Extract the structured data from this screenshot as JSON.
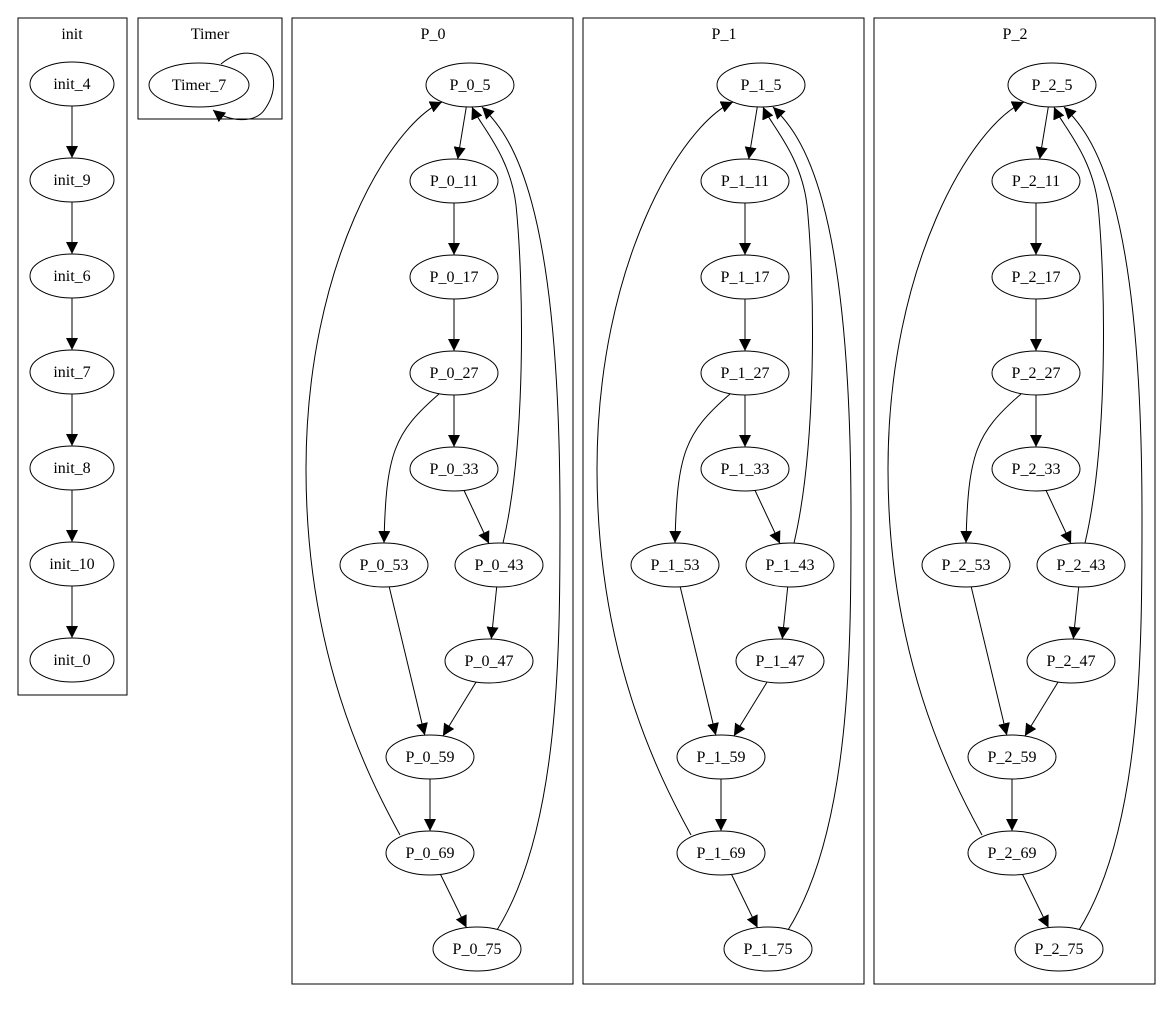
{
  "clusters": [
    {
      "label": "init",
      "nodes": [
        "init_4",
        "init_9",
        "init_6",
        "init_7",
        "init_8",
        "init_10",
        "init_0"
      ]
    },
    {
      "label": "Timer",
      "nodes": [
        "Timer_7"
      ]
    },
    {
      "label": "P_0",
      "nodes": [
        "P_0_5",
        "P_0_11",
        "P_0_17",
        "P_0_27",
        "P_0_33",
        "P_0_53",
        "P_0_43",
        "P_0_47",
        "P_0_59",
        "P_0_69",
        "P_0_75"
      ]
    },
    {
      "label": "P_1",
      "nodes": [
        "P_1_5",
        "P_1_11",
        "P_1_17",
        "P_1_27",
        "P_1_33",
        "P_1_53",
        "P_1_43",
        "P_1_47",
        "P_1_59",
        "P_1_69",
        "P_1_75"
      ]
    },
    {
      "label": "P_2",
      "nodes": [
        "P_2_5",
        "P_2_11",
        "P_2_17",
        "P_2_27",
        "P_2_33",
        "P_2_53",
        "P_2_43",
        "P_2_47",
        "P_2_59",
        "P_2_69",
        "P_2_75"
      ]
    }
  ],
  "edges": [
    [
      "init_4",
      "init_9"
    ],
    [
      "init_9",
      "init_6"
    ],
    [
      "init_6",
      "init_7"
    ],
    [
      "init_7",
      "init_8"
    ],
    [
      "init_8",
      "init_10"
    ],
    [
      "init_10",
      "init_0"
    ],
    [
      "Timer_7",
      "Timer_7"
    ],
    [
      "P_0_5",
      "P_0_11"
    ],
    [
      "P_0_11",
      "P_0_17"
    ],
    [
      "P_0_17",
      "P_0_27"
    ],
    [
      "P_0_27",
      "P_0_33"
    ],
    [
      "P_0_27",
      "P_0_53"
    ],
    [
      "P_0_33",
      "P_0_43"
    ],
    [
      "P_0_43",
      "P_0_5"
    ],
    [
      "P_0_43",
      "P_0_47"
    ],
    [
      "P_0_53",
      "P_0_59"
    ],
    [
      "P_0_47",
      "P_0_59"
    ],
    [
      "P_0_59",
      "P_0_69"
    ],
    [
      "P_0_69",
      "P_0_75"
    ],
    [
      "P_0_69",
      "P_0_5"
    ],
    [
      "P_0_75",
      "P_0_5"
    ],
    [
      "P_1_5",
      "P_1_11"
    ],
    [
      "P_1_11",
      "P_1_17"
    ],
    [
      "P_1_17",
      "P_1_27"
    ],
    [
      "P_1_27",
      "P_1_33"
    ],
    [
      "P_1_27",
      "P_1_53"
    ],
    [
      "P_1_33",
      "P_1_43"
    ],
    [
      "P_1_43",
      "P_1_5"
    ],
    [
      "P_1_43",
      "P_1_47"
    ],
    [
      "P_1_53",
      "P_1_59"
    ],
    [
      "P_1_47",
      "P_1_59"
    ],
    [
      "P_1_59",
      "P_1_69"
    ],
    [
      "P_1_69",
      "P_1_75"
    ],
    [
      "P_1_69",
      "P_1_5"
    ],
    [
      "P_1_75",
      "P_1_5"
    ],
    [
      "P_2_5",
      "P_2_11"
    ],
    [
      "P_2_11",
      "P_2_17"
    ],
    [
      "P_2_17",
      "P_2_27"
    ],
    [
      "P_2_27",
      "P_2_33"
    ],
    [
      "P_2_27",
      "P_2_53"
    ],
    [
      "P_2_33",
      "P_2_43"
    ],
    [
      "P_2_43",
      "P_2_5"
    ],
    [
      "P_2_43",
      "P_2_47"
    ],
    [
      "P_2_53",
      "P_2_59"
    ],
    [
      "P_2_47",
      "P_2_59"
    ],
    [
      "P_2_59",
      "P_2_69"
    ],
    [
      "P_2_69",
      "P_2_75"
    ],
    [
      "P_2_69",
      "P_2_5"
    ],
    [
      "P_2_75",
      "P_2_5"
    ]
  ]
}
